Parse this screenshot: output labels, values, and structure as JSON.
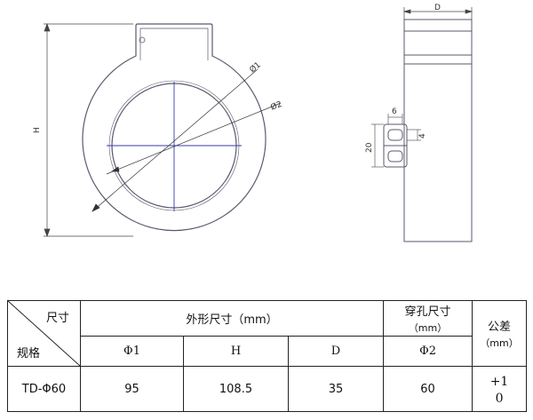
{
  "drawing": {
    "labels": {
      "h": "H",
      "phi1": "Ø1",
      "phi2": "Ø2",
      "d": "D",
      "dim6": "6",
      "dim4": "4",
      "dim20": "20"
    }
  },
  "table": {
    "corner_top": "尺寸",
    "corner_bottom": "规格",
    "outer_size": "外形尺寸（mm）",
    "hole_size": "穿孔尺寸",
    "hole_unit": "（mm）",
    "tolerance": "公差",
    "tolerance_unit": "（mm）",
    "col_phi1": "Φ1",
    "col_h": "H",
    "col_d": "D",
    "col_phi2": "Φ2",
    "row": {
      "model": "TD-Φ60",
      "phi1": "95",
      "h": "108.5",
      "d": "35",
      "phi2": "60",
      "tol_plus": "+1",
      "tol_zero": "0"
    }
  }
}
